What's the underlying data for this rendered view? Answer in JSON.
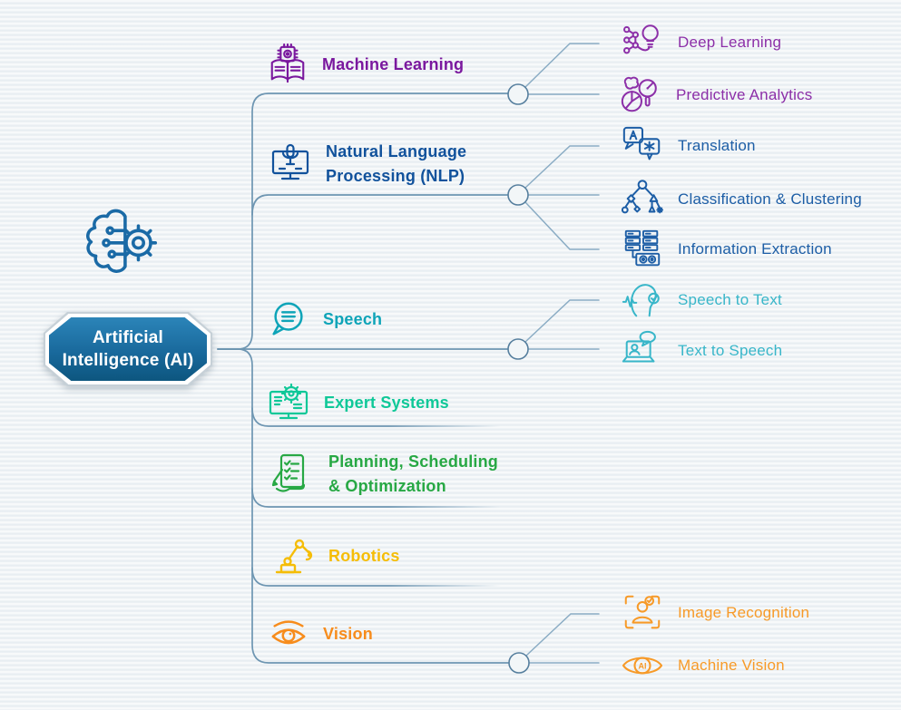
{
  "title": "Artificial Intelligence (AI) mind map",
  "root": {
    "label_lines": [
      "Artificial",
      "Intelligence (AI)"
    ],
    "icon": "brain-gear-icon",
    "color": "#1a6aa6"
  },
  "branches": [
    {
      "label_lines": [
        "Machine Learning"
      ],
      "icon": "book-chip-icon",
      "color": "#7a189e",
      "children": [
        {
          "label": "Deep Learning",
          "icon": "neural-network-bulb-icon",
          "color": "#8c2fa8"
        },
        {
          "label": "Predictive Analytics",
          "icon": "pie-chart-magnifier-icon",
          "color": "#8c2fa8"
        }
      ]
    },
    {
      "label_lines": [
        "Natural Language",
        "Processing (NLP)"
      ],
      "icon": "monitor-microphone-icon",
      "color": "#11529c",
      "children": [
        {
          "label": "Translation",
          "icon": "translation-bubbles-icon",
          "color": "#1d5ea6"
        },
        {
          "label": "Classification & Clustering",
          "icon": "decision-tree-shapes-icon",
          "color": "#1d5ea6"
        },
        {
          "label": "Information Extraction",
          "icon": "servers-gears-icon",
          "color": "#1d5ea6"
        }
      ]
    },
    {
      "label_lines": [
        "Speech"
      ],
      "icon": "chat-bubble-lines-icon",
      "color": "#0ea4b8",
      "children": [
        {
          "label": "Speech to Text",
          "icon": "head-soundwave-check-icon",
          "color": "#38b6c9"
        },
        {
          "label": "Text to Speech",
          "icon": "laptop-person-bubble-icon",
          "color": "#38b6c9"
        }
      ]
    },
    {
      "label_lines": [
        "Expert Systems"
      ],
      "icon": "monitor-gear-document-icon",
      "color": "#0fc898",
      "children": []
    },
    {
      "label_lines": [
        "Planning, Scheduling",
        "& Optimization"
      ],
      "icon": "checklist-pencil-icon",
      "color": "#27a844",
      "children": []
    },
    {
      "label_lines": [
        "Robotics"
      ],
      "icon": "robot-arm-icon",
      "color": "#f5bd07",
      "children": []
    },
    {
      "label_lines": [
        "Vision"
      ],
      "icon": "eye-icon",
      "color": "#f78c1c",
      "children": [
        {
          "label": "Image Recognition",
          "icon": "face-scan-check-icon",
          "color": "#f79a28"
        },
        {
          "label": "Machine Vision",
          "icon": "eye-ai-icon",
          "color": "#f79a28"
        }
      ]
    }
  ],
  "style": {
    "background": "#eef2f5",
    "connector_color": "#6e96b2",
    "fork_color": "#8aacc4",
    "junction_fill": "#f2f6f8",
    "junction_stroke": "#567f9e",
    "root_gradient_top": "#2b84b8",
    "root_gradient_bottom": "#0d567f"
  }
}
